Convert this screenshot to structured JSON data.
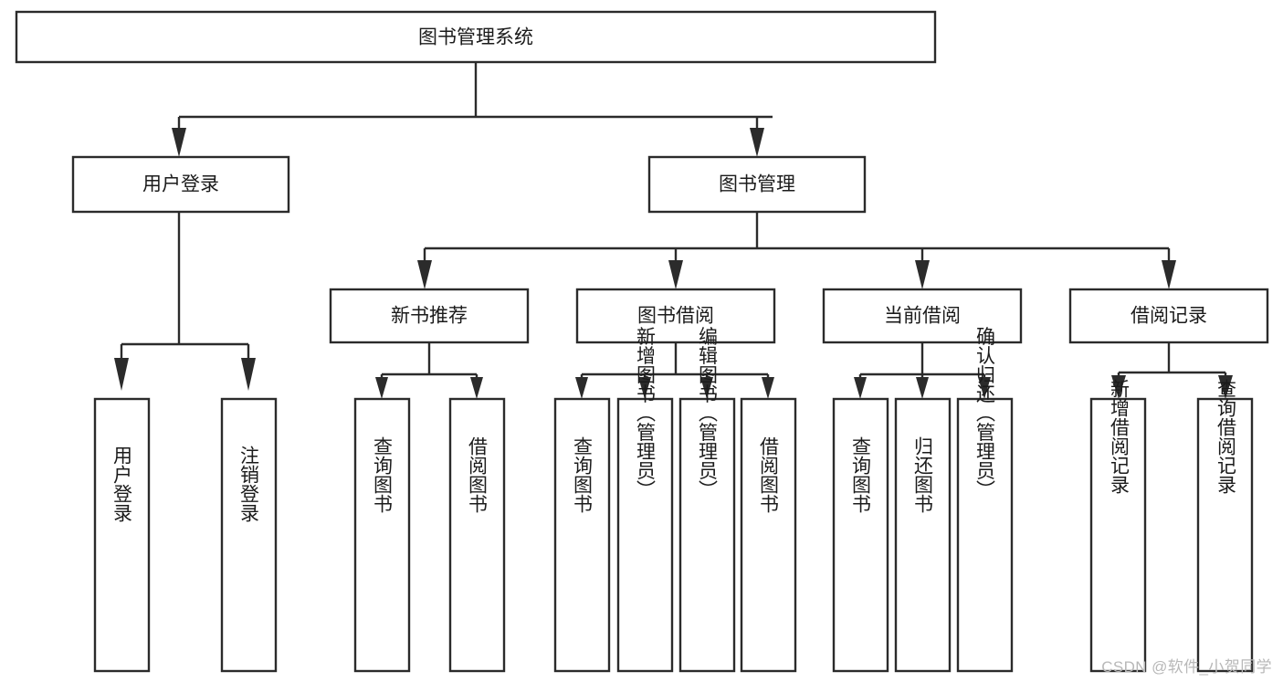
{
  "diagram": {
    "type": "tree-flowchart",
    "title_node": "图书管理系统",
    "watermark": "CSDN @软件_小贺同学",
    "colors": {
      "stroke": "#2b2b2b",
      "box_fill": "#ffffff",
      "text": "#1b1b1b",
      "background": "#ffffff",
      "watermark": "#b8b8b8"
    },
    "levels": {
      "root": {
        "label": "图书管理系统"
      },
      "level2": [
        {
          "label": "用户登录"
        },
        {
          "label": "图书管理"
        }
      ],
      "level3": [
        {
          "label": "新书推荐",
          "parent": "图书管理"
        },
        {
          "label": "图书借阅",
          "parent": "图书管理"
        },
        {
          "label": "当前借阅",
          "parent": "图书管理"
        },
        {
          "label": "借阅记录",
          "parent": "图书管理"
        }
      ],
      "leaves": [
        {
          "label": "用户登录",
          "parent": "用户登录"
        },
        {
          "label": "注销登录",
          "parent": "用户登录"
        },
        {
          "label": "查询图书",
          "parent": "新书推荐"
        },
        {
          "label": "借阅图书",
          "parent": "新书推荐"
        },
        {
          "label": "查询图书",
          "parent": "图书借阅"
        },
        {
          "label": "新增图书（管理员）",
          "parent": "图书借阅"
        },
        {
          "label": "编辑图书（管理员）",
          "parent": "图书借阅"
        },
        {
          "label": "借阅图书",
          "parent": "图书借阅"
        },
        {
          "label": "查询图书",
          "parent": "当前借阅"
        },
        {
          "label": "归还图书",
          "parent": "当前借阅"
        },
        {
          "label": "确认归还（管理员）",
          "parent": "当前借阅"
        },
        {
          "label": "新增借阅记录",
          "parent": "借阅记录"
        },
        {
          "label": "查询借阅记录",
          "parent": "借阅记录"
        }
      ]
    }
  }
}
